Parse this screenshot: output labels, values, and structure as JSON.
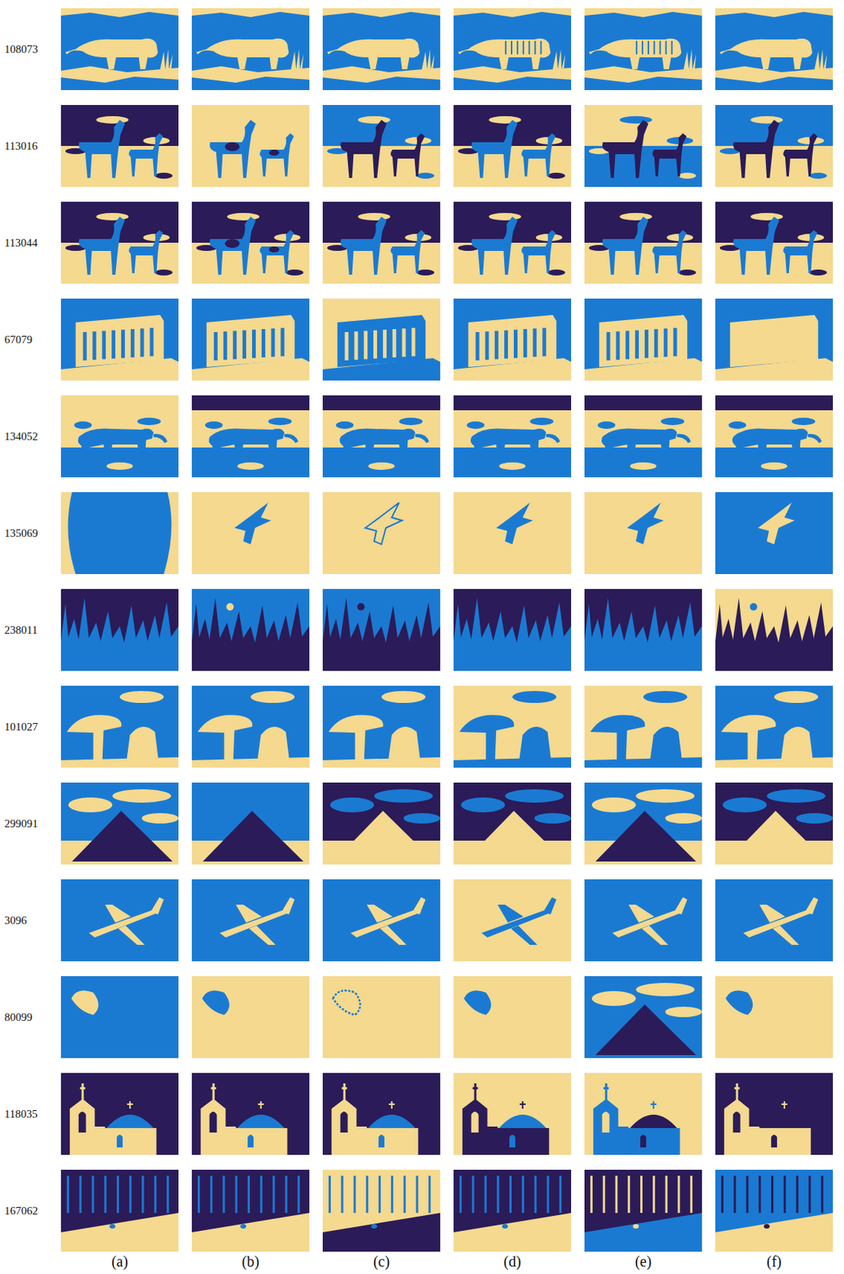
{
  "diagram": {
    "labels": [
      "108073",
      "113016",
      "113044",
      "67079",
      "134052",
      "135069",
      "238011",
      "101027",
      "299091",
      "3096",
      "80099",
      "118035",
      "167062",
      "(a)",
      "(b)",
      "(c)",
      "(d)",
      "(e)",
      "(f)"
    ]
  }
}
